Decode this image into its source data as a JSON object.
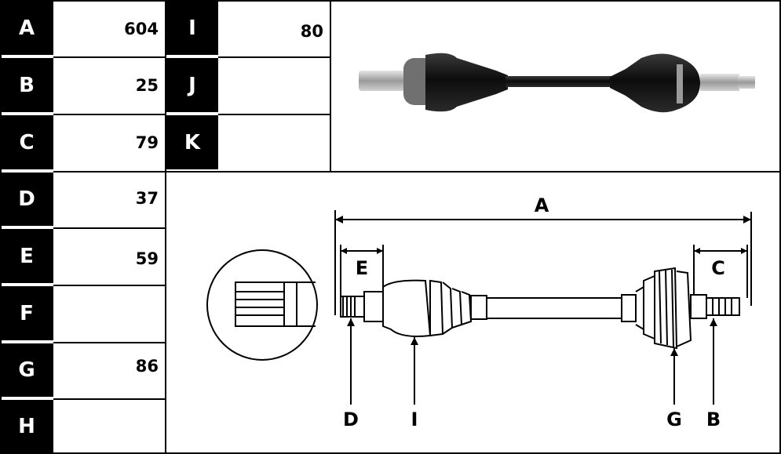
{
  "left_table": [
    {
      "key": "A",
      "value": "604"
    },
    {
      "key": "B",
      "value": "25"
    },
    {
      "key": "C",
      "value": "79"
    },
    {
      "key": "D",
      "value": "37"
    },
    {
      "key": "E",
      "value": "59"
    },
    {
      "key": "F",
      "value": ""
    },
    {
      "key": "G",
      "value": "86"
    },
    {
      "key": "H",
      "value": ""
    }
  ],
  "mid_table": [
    {
      "key": "I",
      "value": "80"
    },
    {
      "key": "J",
      "value": ""
    },
    {
      "key": "K",
      "value": ""
    }
  ],
  "diagram_labels": {
    "A": "A",
    "E": "E",
    "C": "C",
    "D": "D",
    "I": "I",
    "G": "G",
    "B": "B"
  },
  "colors": {
    "ink": "#000000",
    "paper": "#ffffff",
    "metal": "#8a8a8a"
  }
}
